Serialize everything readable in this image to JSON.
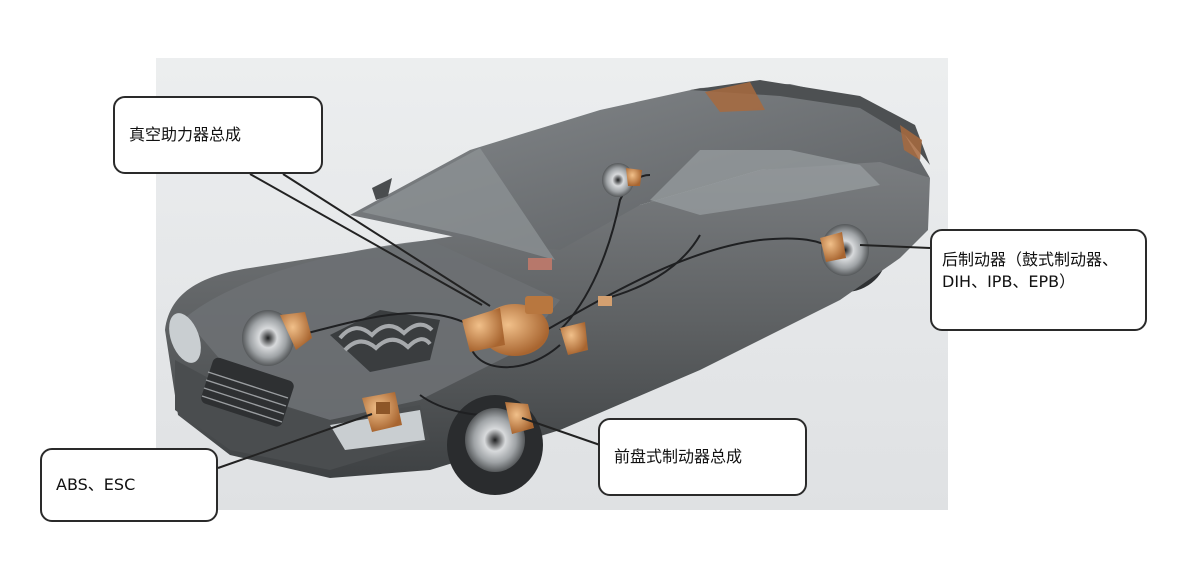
{
  "labels": {
    "vacuum_booster": "真空助力器总成",
    "rear_brake": "后制动器（鼓式制动器、DIH、IPB、EPB）",
    "front_disc_brake": "前盘式制动器总成",
    "abs_esc": "ABS、ESC"
  },
  "colors": {
    "car_body": "#5f6264",
    "car_dark": "#3c3f41",
    "car_light": "#8a8d90",
    "glass": "#7d8285",
    "component_copper": "#c9864a",
    "box_border": "#2a2a2a",
    "leader_line": "#222222"
  }
}
